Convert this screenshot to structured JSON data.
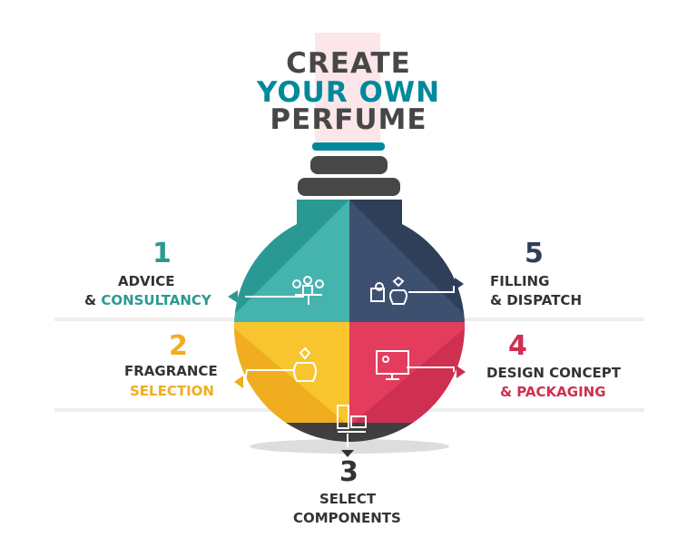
{
  "title": {
    "line1": "CREATE",
    "line2": "YOUR OWN",
    "line3": "PERFUME"
  },
  "colors": {
    "teal": "#3aaba6",
    "navy": "#3b4d6b",
    "yellow": "#f6c22b",
    "red": "#e0395a",
    "dark": "#474747",
    "title_teal": "#00899a"
  },
  "steps": [
    {
      "number": "1",
      "line1": "ADVICE",
      "line2_prefix": "& ",
      "line2": "CONSULTANCY",
      "icon": "meeting-icon"
    },
    {
      "number": "2",
      "line1": "FRAGRANCE",
      "line2": "SELECTION",
      "icon": "perfume-bottle-icon"
    },
    {
      "number": "3",
      "line1": "SELECT",
      "line2": "COMPONENTS",
      "icon": "components-icon"
    },
    {
      "number": "4",
      "line1": "DESIGN CONCEPT",
      "line2": "& PACKAGING",
      "icon": "monitor-design-icon"
    },
    {
      "number": "5",
      "line1": "FILLING",
      "line2": "& DISPATCH",
      "icon": "box-bottle-icon"
    }
  ]
}
